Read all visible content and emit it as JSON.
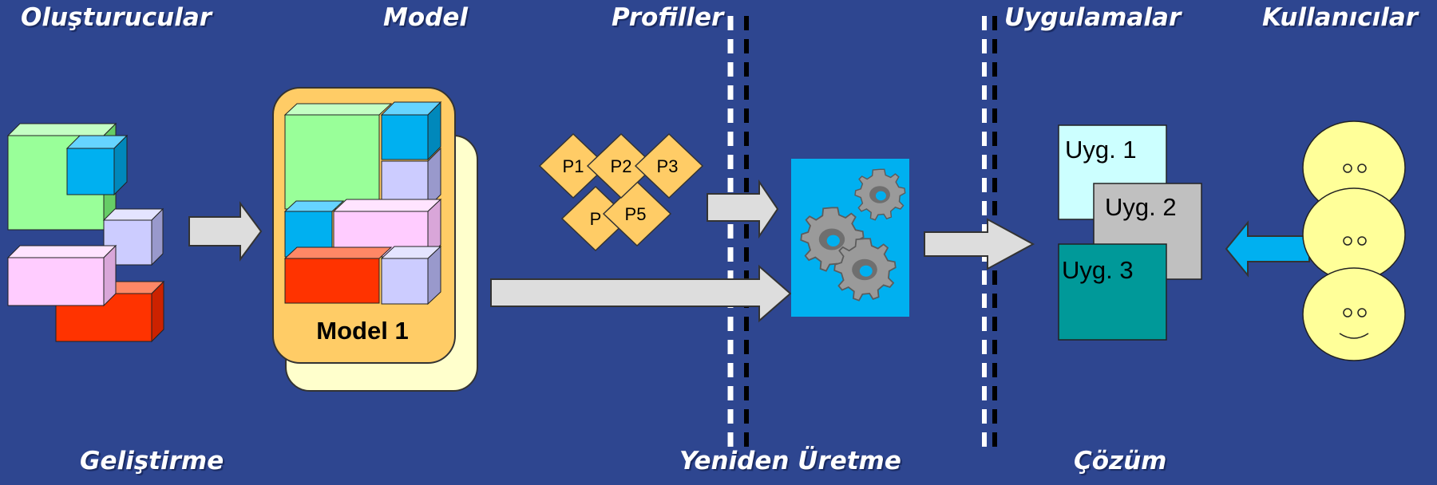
{
  "headings": {
    "creators": "Oluşturucular",
    "model": "Model",
    "profiles": "Profiller",
    "applications": "Uygulamalar",
    "users": "Kullanıcılar"
  },
  "phases": {
    "development": "Geliştirme",
    "regeneration": "Yeniden Üretme",
    "solution": "Çözüm"
  },
  "model_label": "Model 1",
  "profiles": [
    "P1",
    "P2",
    "P3",
    "P",
    "P5"
  ],
  "apps": [
    "Uyg. 1",
    "Uyg. 2",
    "Uyg. 3"
  ],
  "colors": {
    "background": "#2e4690",
    "green": "#99ff99",
    "blue": "#00b0f0",
    "lavender": "#ccccff",
    "pink": "#ffccff",
    "red": "#ff3300",
    "model_body": "#ffcc66",
    "profile": "#ffcc66",
    "face": "#ffff99"
  }
}
